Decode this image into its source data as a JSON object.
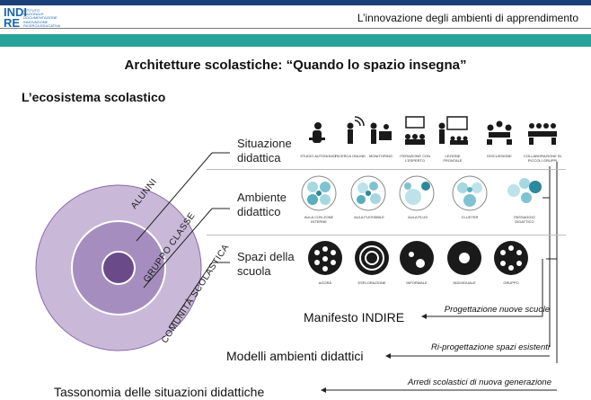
{
  "header": {
    "logo_mark": "INDI\nRE",
    "logo_text": "ISTITUTO\nNAZIONALE\nDOCUMENTAZIONE\nINNOVAZIONE\nRICERCA EDUCATIVA",
    "title": "L’innovazione degli ambienti di apprendimento"
  },
  "main_title": "Architetture scolastiche: “Quando lo spazio insegna”",
  "subtitle": "L’ecosistema scolastico",
  "rings": {
    "inner": "ALUNNI",
    "middle": "GRUPPO CLASSE",
    "outer": "COMUNITÀ SCOLASTICA"
  },
  "rows": [
    {
      "label_line1": "Situazione",
      "label_line2": "didattica",
      "items": [
        "STUDIO AUTONOMO",
        "RICERCA ONLINE",
        "MONITORING",
        "ITERAZIONE CON L'ESPERTO",
        "LEZIONE FRONTALE",
        "DISCUSSIONE",
        "COLLABORAZIONE IN PICCOLI GRUPPI"
      ]
    },
    {
      "label_line1": "Ambiente",
      "label_line2": "didattico",
      "items": [
        "AULA CON ZONE INTERNE",
        "AULA FLESSIBILE",
        "AULA PLUS",
        "CLUSTER",
        "PASSAGGIO DIDATTICO"
      ]
    },
    {
      "label_line1": "Spazi della",
      "label_line2": "scuola",
      "items": [
        "AGORÀ",
        "ESPLORAZIONE",
        "INFORMALE",
        "INDIVIDUALE",
        "GRUPPO"
      ]
    }
  ],
  "bottom": {
    "manifesto": "Manifesto INDIRE",
    "modelli": "Modelli ambienti didattici",
    "tassonomia": "Tassonomia delle situazioni didattiche",
    "progettazione": "Progettazione nuove scuole",
    "riprogettazione": "Ri-progettazione spazi esistenti",
    "arredi": "Arredi scolastici di nuova generazione"
  },
  "colors": {
    "topband": "#1a3e78",
    "teal": "#27a39b",
    "ring_outer": "#c9b8d8",
    "ring_middle": "#a68dbf",
    "ring_inner": "#7f5e9e",
    "core": "#4a2a6a"
  }
}
